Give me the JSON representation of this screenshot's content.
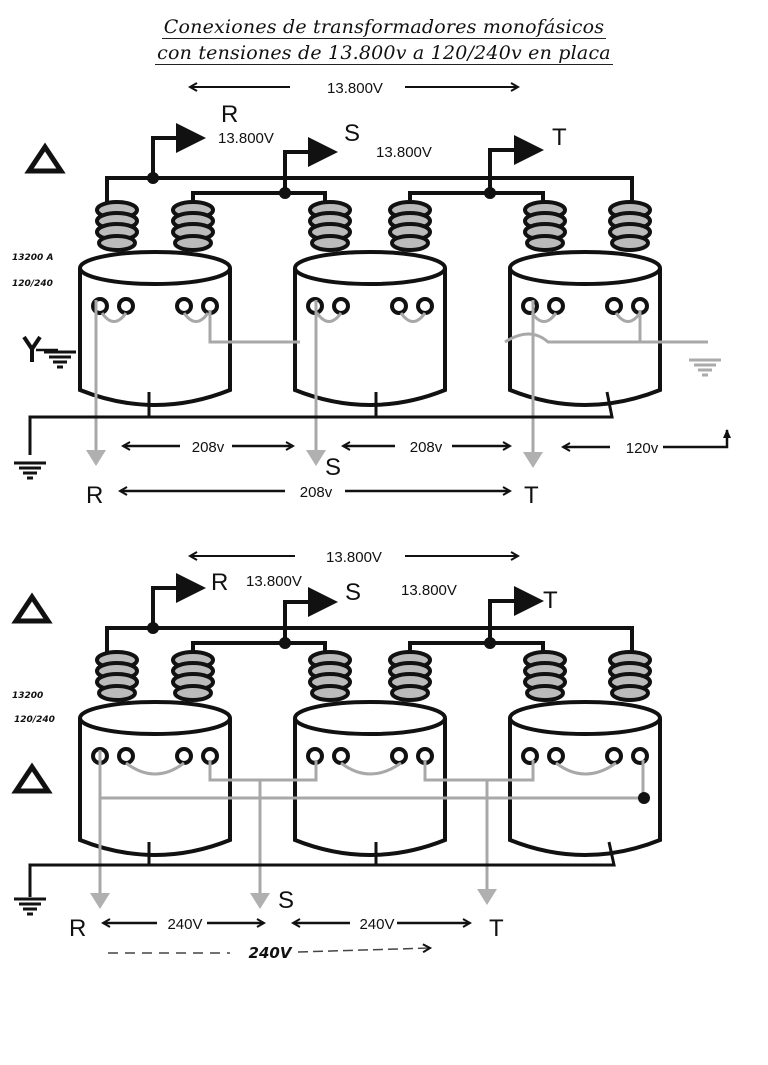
{
  "title": {
    "line1": "Conexiones de transformadores monofásicos",
    "line2": "con tensiones de 13.800v a 120/240v en placa"
  },
  "colors": {
    "ink": "#111111",
    "secondary_wiring": "#a8a8a8",
    "bushing_fill": "#b9b9b9",
    "background": "#ffffff"
  },
  "top_diagram": {
    "name": "delta-wye",
    "line_voltage_label": "13.800V",
    "primary_symbol": "delta",
    "secondary_symbol": "wye-grounded",
    "phases": [
      {
        "label": "R",
        "voltage": "13.800V"
      },
      {
        "label": "S",
        "voltage": "13.800V"
      },
      {
        "label": "T",
        "voltage": ""
      }
    ],
    "nameplate_note": {
      "line1": "13200 A",
      "line2": "120/240"
    },
    "secondary_outputs": [
      "R",
      "S",
      "T"
    ],
    "measurements": [
      {
        "from": "R",
        "to": "S",
        "value": "208v"
      },
      {
        "from": "S",
        "to": "T",
        "value": "208v"
      },
      {
        "from": "R",
        "to": "T",
        "value": "208v"
      },
      {
        "from": "T",
        "to": "N",
        "value": "120v"
      }
    ]
  },
  "bottom_diagram": {
    "name": "delta-delta",
    "line_voltage_label": "13.800V",
    "primary_symbol": "delta",
    "secondary_symbol": "delta",
    "phases": [
      {
        "label": "R",
        "voltage": "13.800V"
      },
      {
        "label": "S",
        "voltage": "13.800V"
      },
      {
        "label": "T",
        "voltage": ""
      }
    ],
    "nameplate_note": {
      "line1": "13200",
      "line2": "120/240"
    },
    "secondary_outputs": [
      "R",
      "S",
      "T"
    ],
    "measurements": [
      {
        "from": "R",
        "to": "S",
        "value": "240V"
      },
      {
        "from": "S",
        "to": "T",
        "value": "240V"
      },
      {
        "from": "R",
        "to": "T",
        "value": "240V",
        "handwritten": true
      }
    ]
  }
}
